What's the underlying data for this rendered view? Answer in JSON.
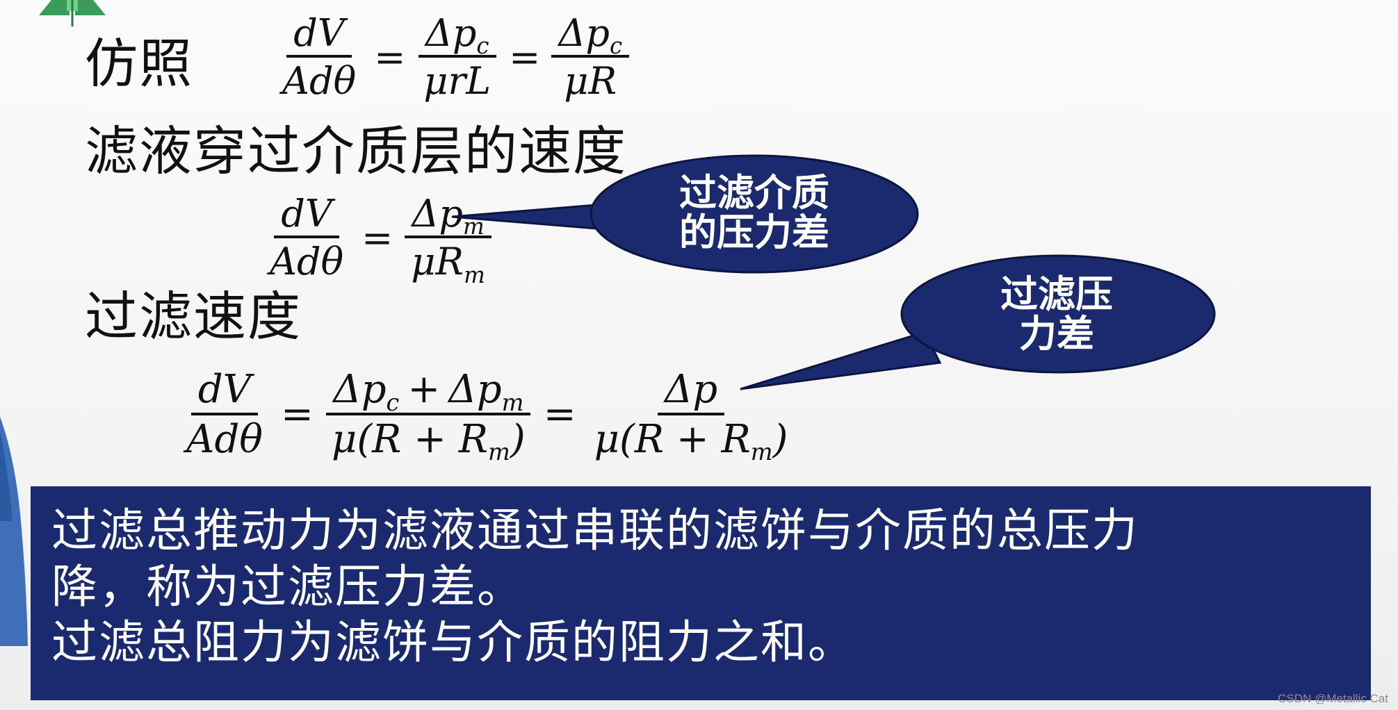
{
  "headings": {
    "analogy": "仿照",
    "medium_velocity": "滤液穿过介质层的速度",
    "filtration_rate": "过滤速度"
  },
  "equations": {
    "analogy": {
      "lhs_num": "dV",
      "lhs_den": "Adθ",
      "mid_num_sym": "Δp",
      "mid_num_sub": "c",
      "mid_den": "μrL",
      "rhs_num_sym": "Δp",
      "rhs_num_sub": "c",
      "rhs_den": "μR",
      "equals": "="
    },
    "medium": {
      "lhs_num": "dV",
      "lhs_den": "Adθ",
      "rhs_num_sym": "Δp",
      "rhs_num_sub": "m",
      "rhs_den_sym": "μR",
      "rhs_den_sub": "m",
      "equals": "="
    },
    "total": {
      "lhs_num": "dV",
      "lhs_den": "Adθ",
      "mid_num_a": "Δp",
      "mid_num_a_sub": "c",
      "mid_num_plus": "+",
      "mid_num_b": "Δp",
      "mid_num_b_sub": "m",
      "mid_den_pre": "μ(R + R",
      "mid_den_sub": "m",
      "mid_den_post": ")",
      "rhs_num": "Δp",
      "rhs_den_pre": "μ(R + R",
      "rhs_den_sub": "m",
      "rhs_den_post": ")",
      "equals": "="
    }
  },
  "callouts": {
    "medium_pressure": "过滤介质\n的压力差",
    "filtration_pressure": "过滤压\n力差"
  },
  "summary": {
    "line1": "过滤总推动力为滤液通过串联的滤饼与介质的总压力",
    "line2": "降，称为过滤压力差。",
    "line3": "过滤总阻力为滤饼与介质的阻力之和。"
  },
  "watermark": "CSDN @Metallic Cat",
  "colors": {
    "callout_fill": "#1b2a6e",
    "summary_fill": "#1b2a6e",
    "text": "#111111",
    "logo_green": "#3a9a5a"
  }
}
